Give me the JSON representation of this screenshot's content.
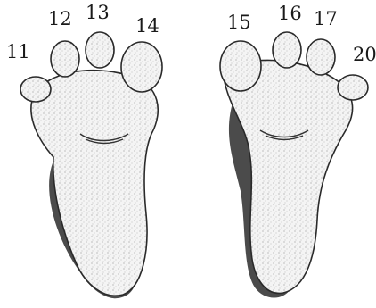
{
  "figure": {
    "left_foot": {
      "toe_labels": [
        "11",
        "12",
        "13",
        "14"
      ]
    },
    "right_foot": {
      "toe_labels": [
        "15",
        "16",
        "17",
        "20"
      ]
    }
  }
}
